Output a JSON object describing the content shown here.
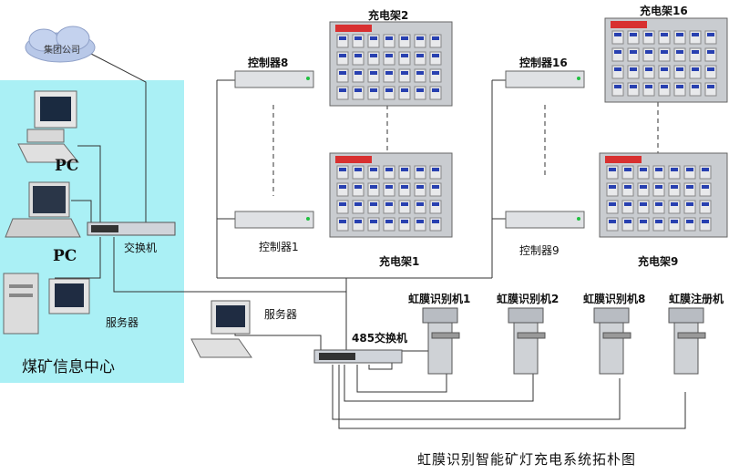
{
  "cloud": {
    "label": "集团公司"
  },
  "center": {
    "label": "煤矿信息中心",
    "bg_color": "#aaf0f5"
  },
  "labels": {
    "pc1": "PC",
    "pc2": "PC",
    "switch_center": "交换机",
    "server_center": "服务器",
    "server_mid": "服务器",
    "switch_485": "485交换机",
    "ctrl8": "控制器8",
    "ctrl1": "控制器1",
    "ctrl16": "控制器16",
    "ctrl9": "控制器9",
    "rack2": "充电架2",
    "rack1": "充电架1",
    "rack16": "充电架16",
    "rack9": "充电架9",
    "iris1": "虹膜识别机1",
    "iris2": "虹膜识别机2",
    "iris8": "虹膜识别机8",
    "iris_reg": "虹膜注册机"
  },
  "title": "虹膜识别智能矿灯充电系统拓朴图",
  "colors": {
    "line": "#333333",
    "rack_wall": "#c9ccd0",
    "rack_led": "#d83030",
    "rack_screen": "#2840b0"
  }
}
